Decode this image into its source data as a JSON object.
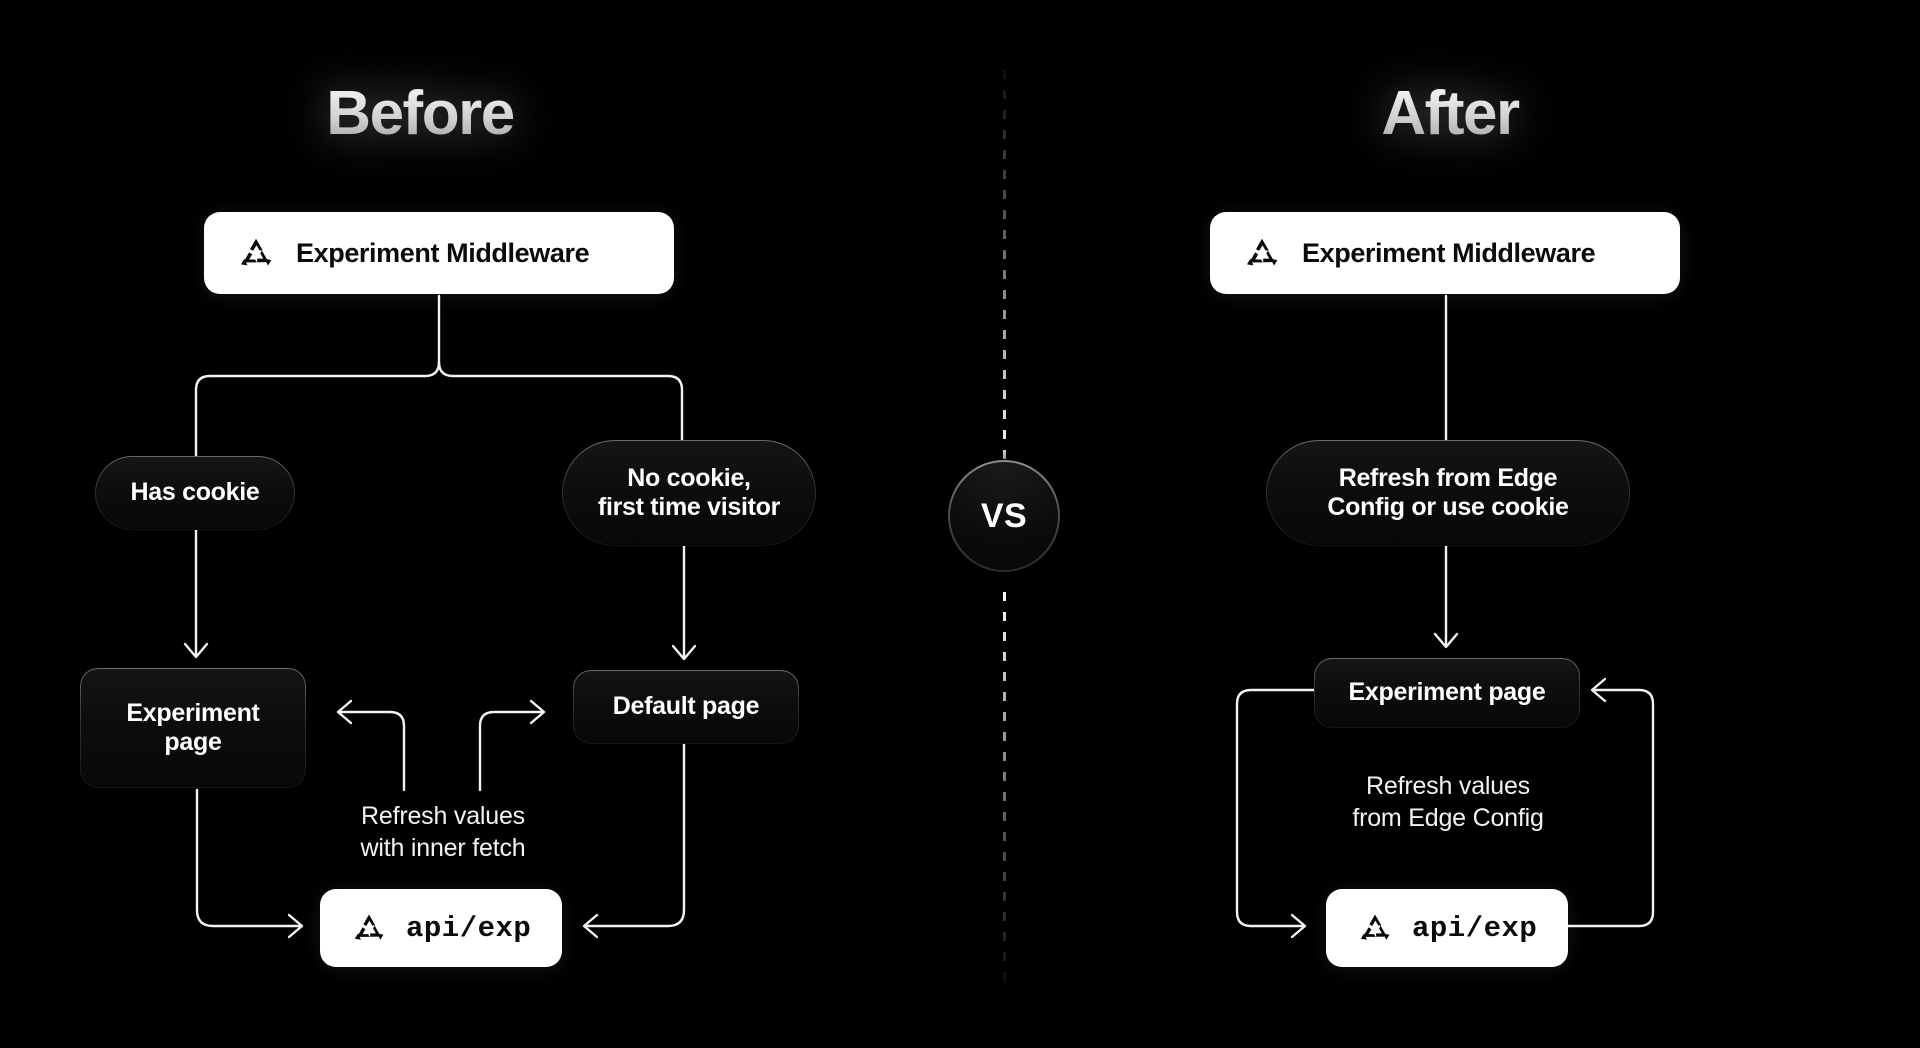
{
  "page": {
    "background": "#000000",
    "accent_white": "#ffffff",
    "line_color": "#f2f2f2",
    "node_fill": "#0d0d0d",
    "node_border": "#3a3a3a"
  },
  "before": {
    "title": "Before",
    "middleware": {
      "label": "Experiment Middleware",
      "icon": "triangle-recycle-logo-icon"
    },
    "branch_left": {
      "label": "Has cookie"
    },
    "branch_right": {
      "label": "No cookie,\nfirst time visitor"
    },
    "outcome_left": {
      "label": "Experiment\npage"
    },
    "outcome_right": {
      "label": "Default page"
    },
    "caption": "Refresh values\nwith inner fetch",
    "api": {
      "label": "api/exp",
      "icon": "triangle-recycle-logo-icon"
    }
  },
  "after": {
    "title": "After",
    "middleware": {
      "label": "Experiment Middleware",
      "icon": "triangle-recycle-logo-icon"
    },
    "decision": {
      "label": "Refresh from Edge\nConfig or use cookie"
    },
    "outcome": {
      "label": "Experiment page"
    },
    "caption": "Refresh values\nfrom Edge Config",
    "api": {
      "label": "api/exp",
      "icon": "triangle-recycle-logo-icon"
    }
  },
  "divider": {
    "vs_label": "VS",
    "style": "dashed-vertical"
  }
}
